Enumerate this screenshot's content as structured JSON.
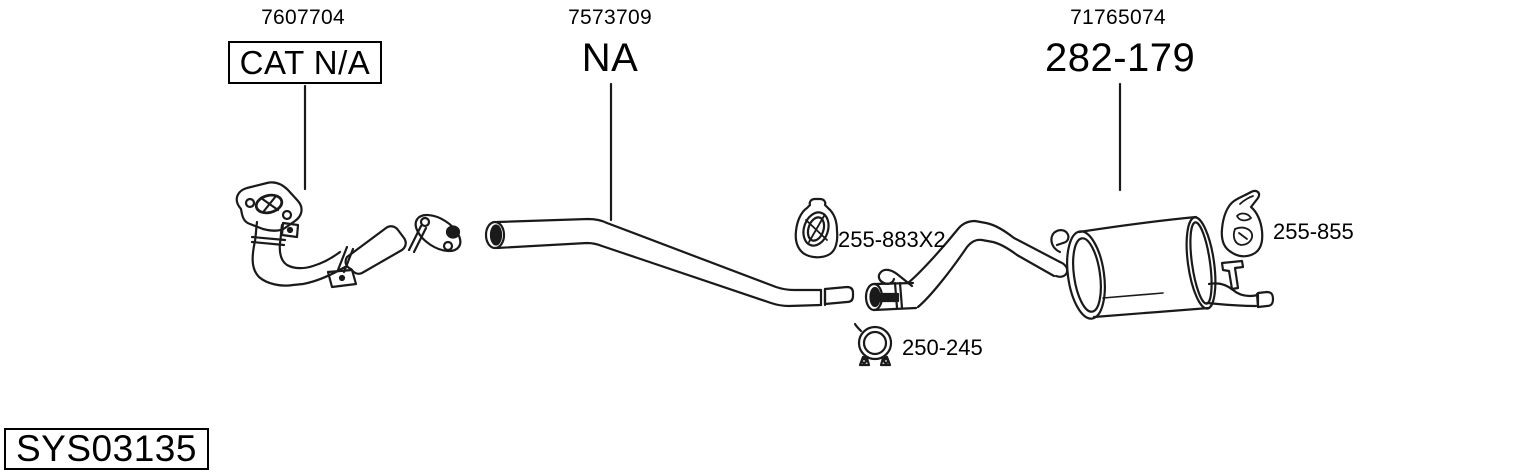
{
  "diagram": {
    "system_code": "SYS03135",
    "sections": [
      {
        "name": "front-pipe",
        "part_number": "7607704",
        "callout": "CAT N/A"
      },
      {
        "name": "center-pipe",
        "part_number": "7573709",
        "callout": "NA"
      },
      {
        "name": "rear-silencer",
        "part_number": "71765074",
        "callout": "282-179"
      }
    ],
    "fittings": [
      {
        "name": "rubber-mounting",
        "code": "255-883X2"
      },
      {
        "name": "pipe-clamp",
        "code": "250-245"
      },
      {
        "name": "rubber-mounting",
        "code": "255-855"
      }
    ],
    "colors": {
      "background": "#ffffff",
      "line": "#1a1a1a",
      "text": "#000000"
    }
  }
}
